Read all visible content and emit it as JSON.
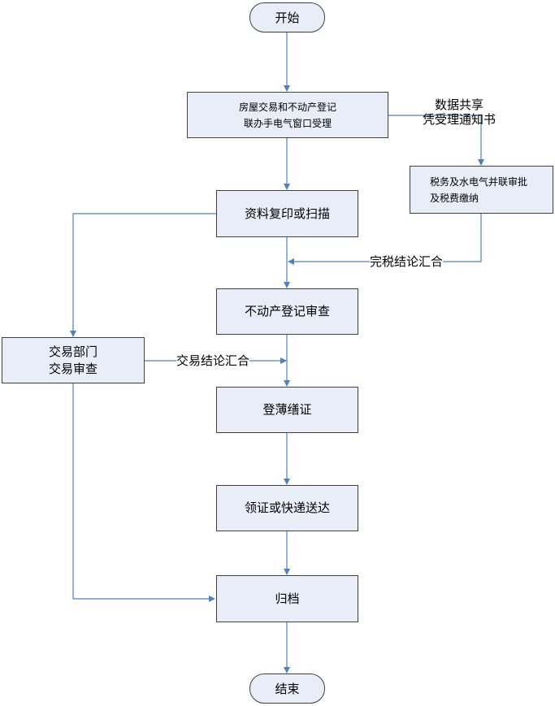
{
  "nodes": {
    "start": "开始",
    "window": [
      "房屋交易和不动产登记",
      "联办手电气窗口受理"
    ],
    "scan": "资料复印或扫描",
    "review": "不动产登记审查",
    "register": "登薄缮证",
    "deliver": "领证或快递送达",
    "archive": "归档",
    "end": "结束",
    "tax": [
      "税务及水电气并联审批",
      "及税费缴纳"
    ],
    "trade": [
      "交易部门",
      "交易审查"
    ]
  },
  "edge_labels": {
    "share": [
      "数据共享",
      "凭受理通知书"
    ],
    "tax_summary": "完税结论汇合",
    "trade_summary": "交易结论汇合"
  },
  "colors": {
    "box_fill": "#e8edf7",
    "box_border": "#404040",
    "arrow": "#4f81bd"
  }
}
